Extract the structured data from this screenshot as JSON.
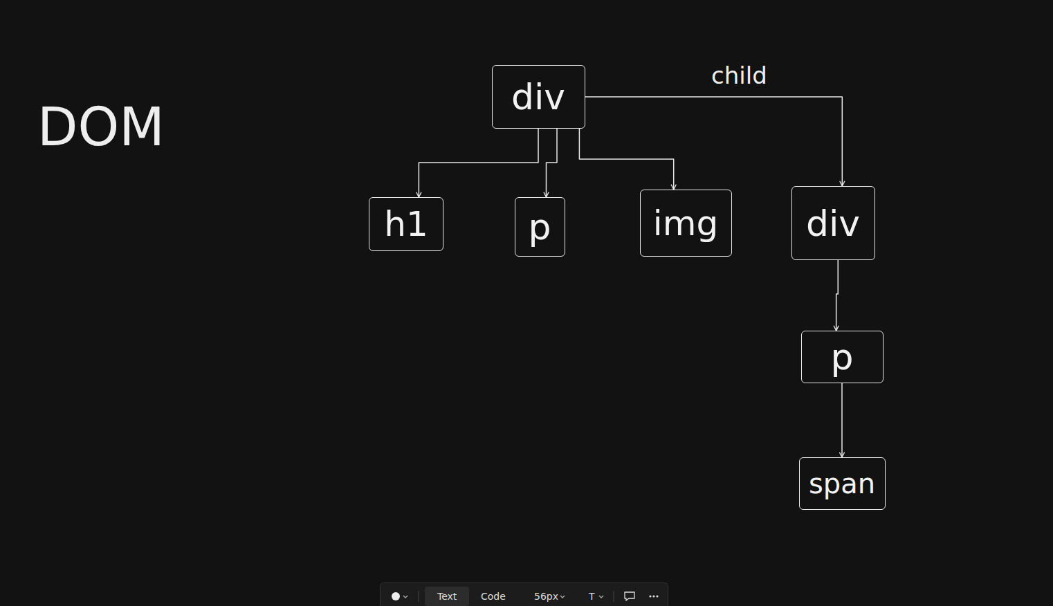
{
  "diagram": {
    "title": "DOM",
    "nodes": [
      {
        "text": [
          "div"
        ]
      },
      {
        "text": [
          "h1"
        ]
      },
      {
        "text": [
          "p"
        ]
      },
      {
        "text": [
          "img"
        ]
      },
      {
        "text": [
          "div"
        ]
      },
      {
        "text": [
          "p"
        ]
      },
      {
        "text": [
          "span"
        ]
      }
    ],
    "edges": [
      {
        "from": 0,
        "to": 1,
        "arrow": "to"
      },
      {
        "from": 0,
        "to": 2,
        "arrow": "to"
      },
      {
        "from": 0,
        "to": 3,
        "arrow": "to"
      },
      {
        "from": 0,
        "to": 4,
        "label": "child",
        "arrow": "to"
      },
      {
        "from": 4,
        "to": 5,
        "arrow": "to"
      },
      {
        "from": 5,
        "to": 6,
        "arrow": "to"
      }
    ],
    "labels": [
      "Text",
      "Code",
      "56px",
      "T"
    ]
  }
}
